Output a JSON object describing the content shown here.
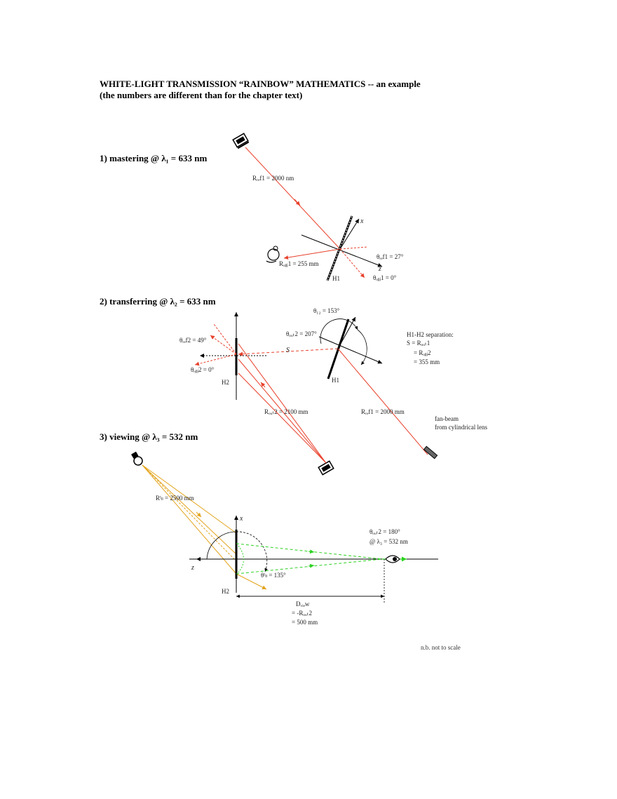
{
  "title": "WHITE-LIGHT TRANSMISSION “RAINBOW” MATHEMATICS -- an example",
  "subtitle": "(the numbers are different than for the chapter text)",
  "steps": {
    "s1": "1) mastering @ λ₁ = 633 nm",
    "s2": "2) transferring @ λ₂ = 633 nm",
    "s3": "3) viewing @ λ₃ = 532 nm"
  },
  "labels": {
    "r_ref1": "Rᵣₑf1 = 2000 nm",
    "r_obj1": "Rₒᵦⱼ1 = 255 mm",
    "th_ref1": "θᵣₑf1 = 27°",
    "th_obj1": "θₒᵦⱼ1 = 0°",
    "h1_a": "H1",
    "x_a": "x",
    "z_a": "z",
    "th_ref2": "θᵣₑf2 = 49°",
    "th_obj2": "θₒᵦⱼ2 = 0°",
    "h2_b": "H2",
    "th_12": "θ₁₂ = 153°",
    "th_out2": "θₒᵤₜ2 = 207°",
    "h1_b": "H1",
    "sep_1": "H1-H2 separation:",
    "sep_2": "S = Rₒᵤₜ1",
    "sep_3": "= Rₒᵦⱼ2",
    "sep_4": "= 355 mm",
    "r_out2": "Rₒᵤₜ2 = 2100 mm",
    "r_ref1b": "Rᵣₑf1 = 2000 mm",
    "fanbeam_1": "fan-beam",
    "fanbeam_2": "from cylindrical lens",
    "r_ill": "Rᴵₗₗ = 2500 mm",
    "th_out3": "θₒᵤₜ2 = 180°",
    "lam3": "@ λ₃ = 532 nm",
    "th_ill": "θᴵₗₗ = 135°",
    "h2_c": "H2",
    "dview_1": "Dᵥᵢₑw",
    "dview_2": "= -Rₒᵤₜ2",
    "dview_3": "= 500 mm",
    "x_c": "x",
    "z_c": "z",
    "s_lbl": "S"
  },
  "footnote": "n.b. not to scale",
  "colors": {
    "red": "#e8412c",
    "green": "#2bd11f",
    "orange": "#e3a41d",
    "black": "#000000"
  }
}
